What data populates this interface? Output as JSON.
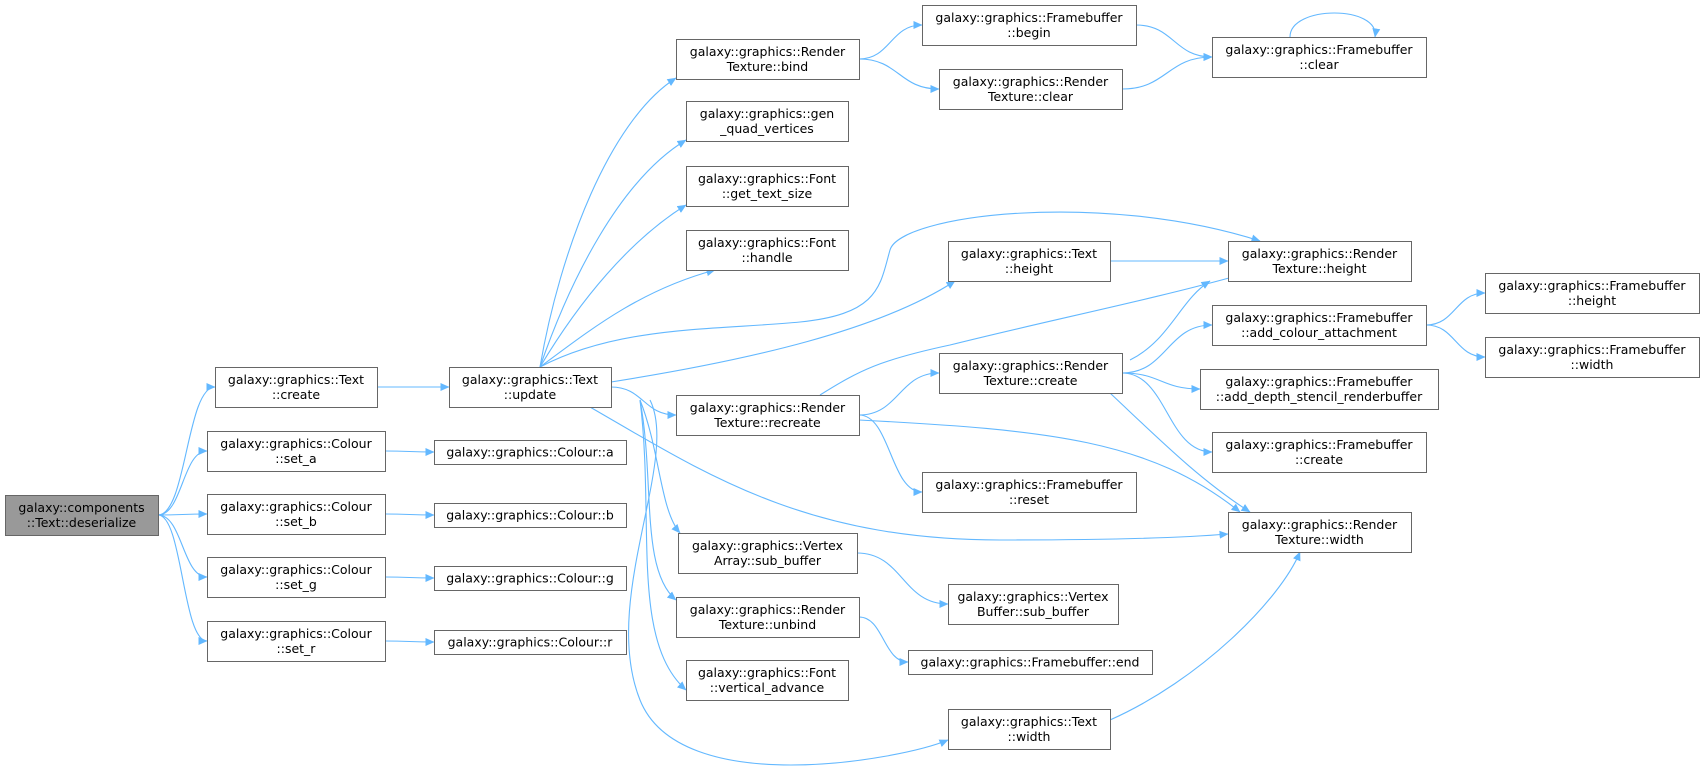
{
  "colors": {
    "edge": "#63b8ff",
    "node_border": "#666666",
    "root_fill": "#999999",
    "node_fill": "#ffffff"
  },
  "nodes": [
    {
      "id": "deserialize",
      "lines": [
        "galaxy::components",
        "::Text::deserialize"
      ],
      "root": true
    },
    {
      "id": "text_create",
      "lines": [
        "galaxy::graphics::Text",
        "::create"
      ]
    },
    {
      "id": "set_a",
      "lines": [
        "galaxy::graphics::Colour",
        "::set_a"
      ]
    },
    {
      "id": "set_b",
      "lines": [
        "galaxy::graphics::Colour",
        "::set_b"
      ]
    },
    {
      "id": "set_g",
      "lines": [
        "galaxy::graphics::Colour",
        "::set_g"
      ]
    },
    {
      "id": "set_r",
      "lines": [
        "galaxy::graphics::Colour",
        "::set_r"
      ]
    },
    {
      "id": "text_update",
      "lines": [
        "galaxy::graphics::Text",
        "::update"
      ]
    },
    {
      "id": "colour_a",
      "lines": [
        "galaxy::graphics::Colour::a"
      ]
    },
    {
      "id": "colour_b",
      "lines": [
        "galaxy::graphics::Colour::b"
      ]
    },
    {
      "id": "colour_g",
      "lines": [
        "galaxy::graphics::Colour::g"
      ]
    },
    {
      "id": "colour_r",
      "lines": [
        "galaxy::graphics::Colour::r"
      ]
    },
    {
      "id": "rt_bind",
      "lines": [
        "galaxy::graphics::Render",
        "Texture::bind"
      ]
    },
    {
      "id": "gen_quad",
      "lines": [
        "galaxy::graphics::gen",
        "_quad_vertices"
      ]
    },
    {
      "id": "font_text_size",
      "lines": [
        "galaxy::graphics::Font",
        "::get_text_size"
      ]
    },
    {
      "id": "font_handle",
      "lines": [
        "galaxy::graphics::Font",
        "::handle"
      ]
    },
    {
      "id": "rt_recreate",
      "lines": [
        "galaxy::graphics::Render",
        "Texture::recreate"
      ]
    },
    {
      "id": "va_sub_buffer",
      "lines": [
        "galaxy::graphics::Vertex",
        "Array::sub_buffer"
      ]
    },
    {
      "id": "rt_unbind",
      "lines": [
        "galaxy::graphics::Render",
        "Texture::unbind"
      ]
    },
    {
      "id": "font_vadv",
      "lines": [
        "galaxy::graphics::Font",
        "::vertical_advance"
      ]
    },
    {
      "id": "fb_begin",
      "lines": [
        "galaxy::graphics::Framebuffer",
        "::begin"
      ]
    },
    {
      "id": "rt_clear",
      "lines": [
        "galaxy::graphics::Render",
        "Texture::clear"
      ]
    },
    {
      "id": "text_height",
      "lines": [
        "galaxy::graphics::Text",
        "::height"
      ]
    },
    {
      "id": "rt_create",
      "lines": [
        "galaxy::graphics::Render",
        "Texture::create"
      ]
    },
    {
      "id": "fb_reset",
      "lines": [
        "galaxy::graphics::Framebuffer",
        "::reset"
      ]
    },
    {
      "id": "vb_sub_buffer",
      "lines": [
        "galaxy::graphics::Vertex",
        "Buffer::sub_buffer"
      ]
    },
    {
      "id": "fb_end",
      "lines": [
        "galaxy::graphics::Framebuffer::end"
      ]
    },
    {
      "id": "text_width",
      "lines": [
        "galaxy::graphics::Text",
        "::width"
      ]
    },
    {
      "id": "fb_clear",
      "lines": [
        "galaxy::graphics::Framebuffer",
        "::clear"
      ]
    },
    {
      "id": "rt_height",
      "lines": [
        "galaxy::graphics::Render",
        "Texture::height"
      ]
    },
    {
      "id": "fb_add_colour",
      "lines": [
        "galaxy::graphics::Framebuffer",
        "::add_colour_attachment"
      ]
    },
    {
      "id": "fb_add_depth",
      "lines": [
        "galaxy::graphics::Framebuffer",
        "::add_depth_stencil_renderbuffer"
      ]
    },
    {
      "id": "fb_create",
      "lines": [
        "galaxy::graphics::Framebuffer",
        "::create"
      ]
    },
    {
      "id": "rt_width",
      "lines": [
        "galaxy::graphics::Render",
        "Texture::width"
      ]
    },
    {
      "id": "fb_height",
      "lines": [
        "galaxy::graphics::Framebuffer",
        "::height"
      ]
    },
    {
      "id": "fb_width",
      "lines": [
        "galaxy::graphics::Framebuffer",
        "::width"
      ]
    }
  ],
  "edges": [
    [
      "deserialize",
      "text_create"
    ],
    [
      "deserialize",
      "set_a"
    ],
    [
      "deserialize",
      "set_b"
    ],
    [
      "deserialize",
      "set_g"
    ],
    [
      "deserialize",
      "set_r"
    ],
    [
      "text_create",
      "text_update"
    ],
    [
      "set_a",
      "colour_a"
    ],
    [
      "set_b",
      "colour_b"
    ],
    [
      "set_g",
      "colour_g"
    ],
    [
      "set_r",
      "colour_r"
    ],
    [
      "text_update",
      "rt_bind"
    ],
    [
      "text_update",
      "gen_quad"
    ],
    [
      "text_update",
      "font_text_size"
    ],
    [
      "text_update",
      "font_handle"
    ],
    [
      "text_update",
      "rt_height"
    ],
    [
      "text_update",
      "text_height"
    ],
    [
      "text_update",
      "rt_recreate"
    ],
    [
      "text_update",
      "rt_width"
    ],
    [
      "text_update",
      "va_sub_buffer"
    ],
    [
      "text_update",
      "rt_unbind"
    ],
    [
      "text_update",
      "font_vadv"
    ],
    [
      "text_update",
      "text_width"
    ],
    [
      "rt_bind",
      "fb_begin"
    ],
    [
      "rt_bind",
      "rt_clear"
    ],
    [
      "fb_begin",
      "fb_clear"
    ],
    [
      "rt_clear",
      "fb_clear"
    ],
    [
      "fb_clear",
      "fb_clear"
    ],
    [
      "text_height",
      "rt_height"
    ],
    [
      "rt_recreate",
      "rt_height"
    ],
    [
      "rt_recreate",
      "rt_create"
    ],
    [
      "rt_recreate",
      "rt_width"
    ],
    [
      "rt_recreate",
      "fb_reset"
    ],
    [
      "rt_create",
      "rt_height"
    ],
    [
      "rt_create",
      "fb_add_colour"
    ],
    [
      "rt_create",
      "fb_add_depth"
    ],
    [
      "rt_create",
      "fb_create"
    ],
    [
      "rt_create",
      "rt_width"
    ],
    [
      "fb_add_colour",
      "fb_height"
    ],
    [
      "fb_add_colour",
      "fb_width"
    ],
    [
      "va_sub_buffer",
      "vb_sub_buffer"
    ],
    [
      "rt_unbind",
      "fb_end"
    ],
    [
      "text_width",
      "rt_width"
    ]
  ]
}
